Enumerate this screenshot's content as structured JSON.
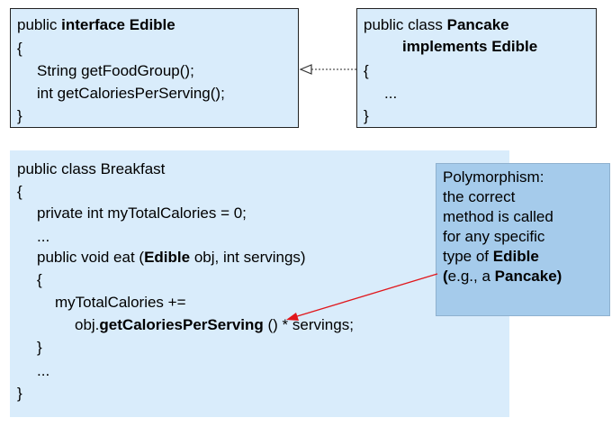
{
  "interface_box": {
    "line1_pre": "public ",
    "line1_bold": "interface Edible",
    "open_brace": "{",
    "method1": "String getFoodGroup();",
    "method2": "int getCaloriesPerServing();",
    "close_brace": "}"
  },
  "pancake_box": {
    "line1_pre": "public class ",
    "line1_bold": "Pancake",
    "line2_bold": "implements  Edible",
    "open_brace": "{",
    "ellipsis": "...",
    "close_brace": "}"
  },
  "breakfast_box": {
    "class_decl": "public class Breakfast",
    "open_brace": "{",
    "field": "private int myTotalCalories = 0;",
    "ellipsis1": "...",
    "method_pre": "public void eat (",
    "method_bold": "Edible",
    "method_post": " obj, int servings)",
    "method_open": "{",
    "stmt1": "myTotalCalories +=",
    "stmt2_pre": "obj.",
    "stmt2_bold": "getCaloriesPerServing",
    "stmt2_post": " () * servings;",
    "method_close": "}",
    "ellipsis2": "...",
    "close_brace": "}"
  },
  "note": {
    "line1": "Polymorphism:",
    "line2": "the correct",
    "line3": "method is called",
    "line4": "for any specific",
    "line5_pre": "type of ",
    "line5_bold": "Edible",
    "line6_bold1": "(",
    "line6_mid": "e.g., a ",
    "line6_bold2": "Pancake)"
  },
  "colors": {
    "box_fill": "#d9ecfb",
    "note_fill": "#a5cbeb",
    "arrow": "#e0161b",
    "connector": "#555555"
  }
}
